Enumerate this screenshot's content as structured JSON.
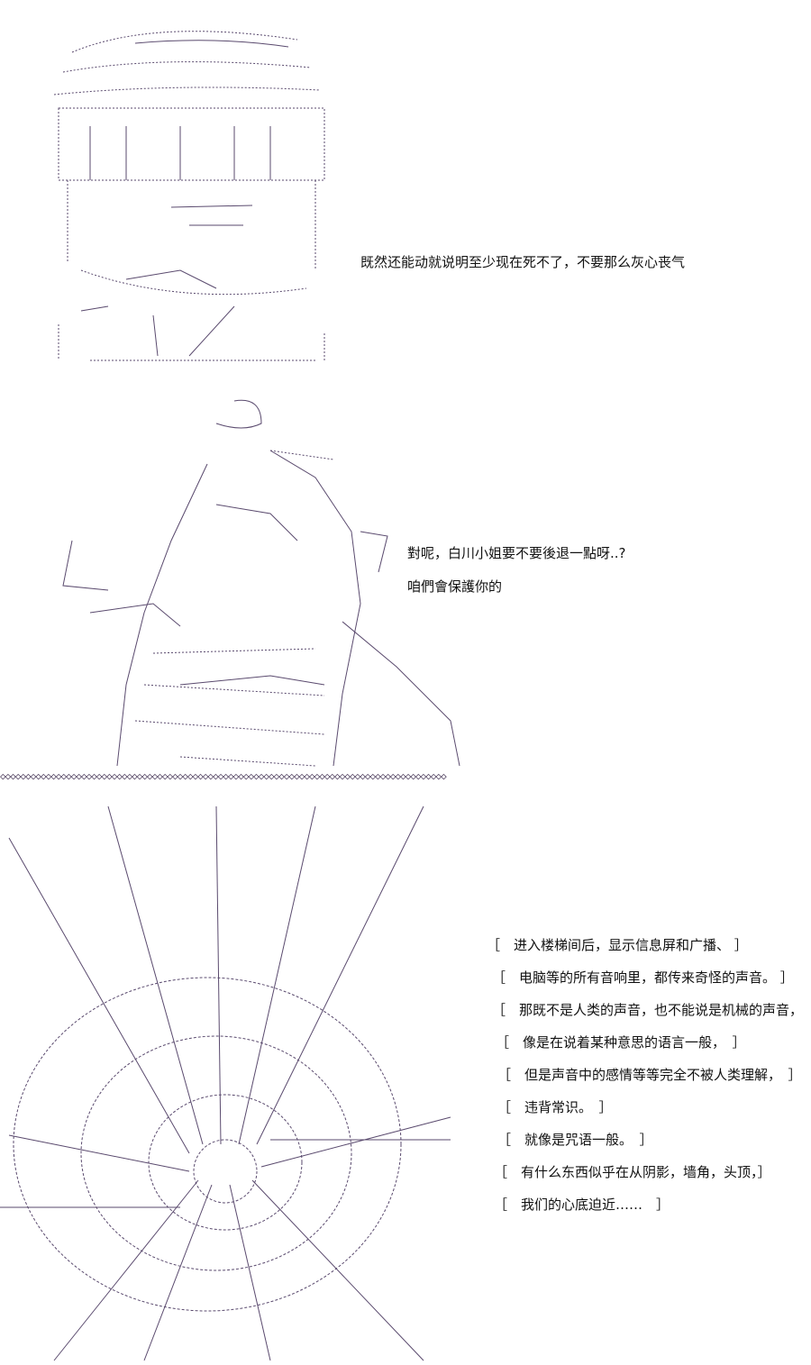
{
  "colors": {
    "ink": "#111111",
    "art_stroke": "#5a4a6e",
    "divider": "#4a3a5a",
    "background": "#ffffff"
  },
  "panel1": {
    "line1": "既然还能动就说明至少现在死不了，不要那么灰心丧气"
  },
  "panel2": {
    "line1": "對呢，白川小姐要不要後退一點呀..?",
    "line2": "咱們會保護你的"
  },
  "divider": {
    "text": "◇◇◇◇◇◇◇◇◇◇◇◇◇◇◇◇◇◇◇◇◇◇◇◇◇◇◇◇◇◇◇◇◇◇◇◇◇◇◇◇◇◇◇◇◇◇◇◇◇◇◇◇◇◇◇◇◇◇◇◇◇◇◇◇◇◇◇◇◇◇◇◇◇◇◇◇◇◇◇◇◇◇◇◇◇◇◇◇"
  },
  "panel3": {
    "lines": [
      "［　进入楼梯间后，显示信息屏和广播、 ］",
      "［　电脑等的所有音响里，都传来奇怪的声音。 ］",
      "［　那既不是人类的声音，也不能说是机械的声音，",
      "［　像是在说着某种意思的语言一般，　］",
      "［　但是声音中的感情等等完全不被人类理解，　］",
      "［　违背常识。　］",
      "［　就像是咒语一般。　］",
      "［　有什么东西似乎在从阴影，墙角，头顶，］",
      "［　我们的心底迫近……　］"
    ]
  }
}
